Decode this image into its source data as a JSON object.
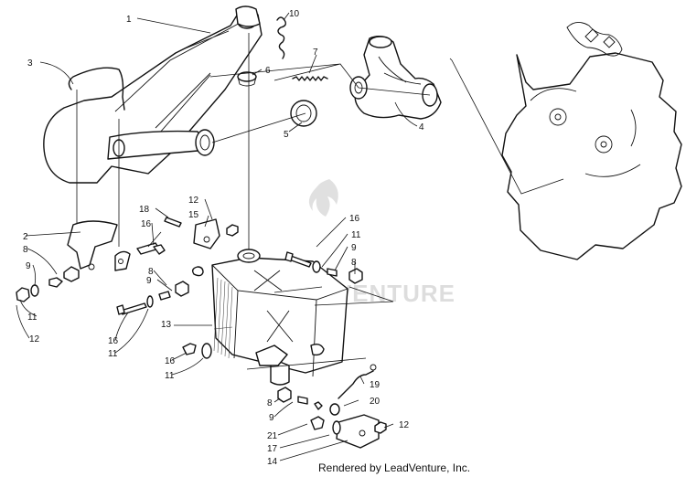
{
  "watermark": "LEADVENTURE",
  "credit": "Rendered by LeadVenture, Inc.",
  "callouts": [
    "1",
    "2",
    "3",
    "4",
    "5",
    "6",
    "7",
    "8",
    "8",
    "8",
    "8",
    "9",
    "9",
    "9",
    "9",
    "10",
    "11",
    "11",
    "11",
    "11",
    "12",
    "12",
    "12",
    "12",
    "13",
    "14",
    "15",
    "16",
    "16",
    "16",
    "16",
    "17",
    "18",
    "19",
    "20",
    "21"
  ]
}
